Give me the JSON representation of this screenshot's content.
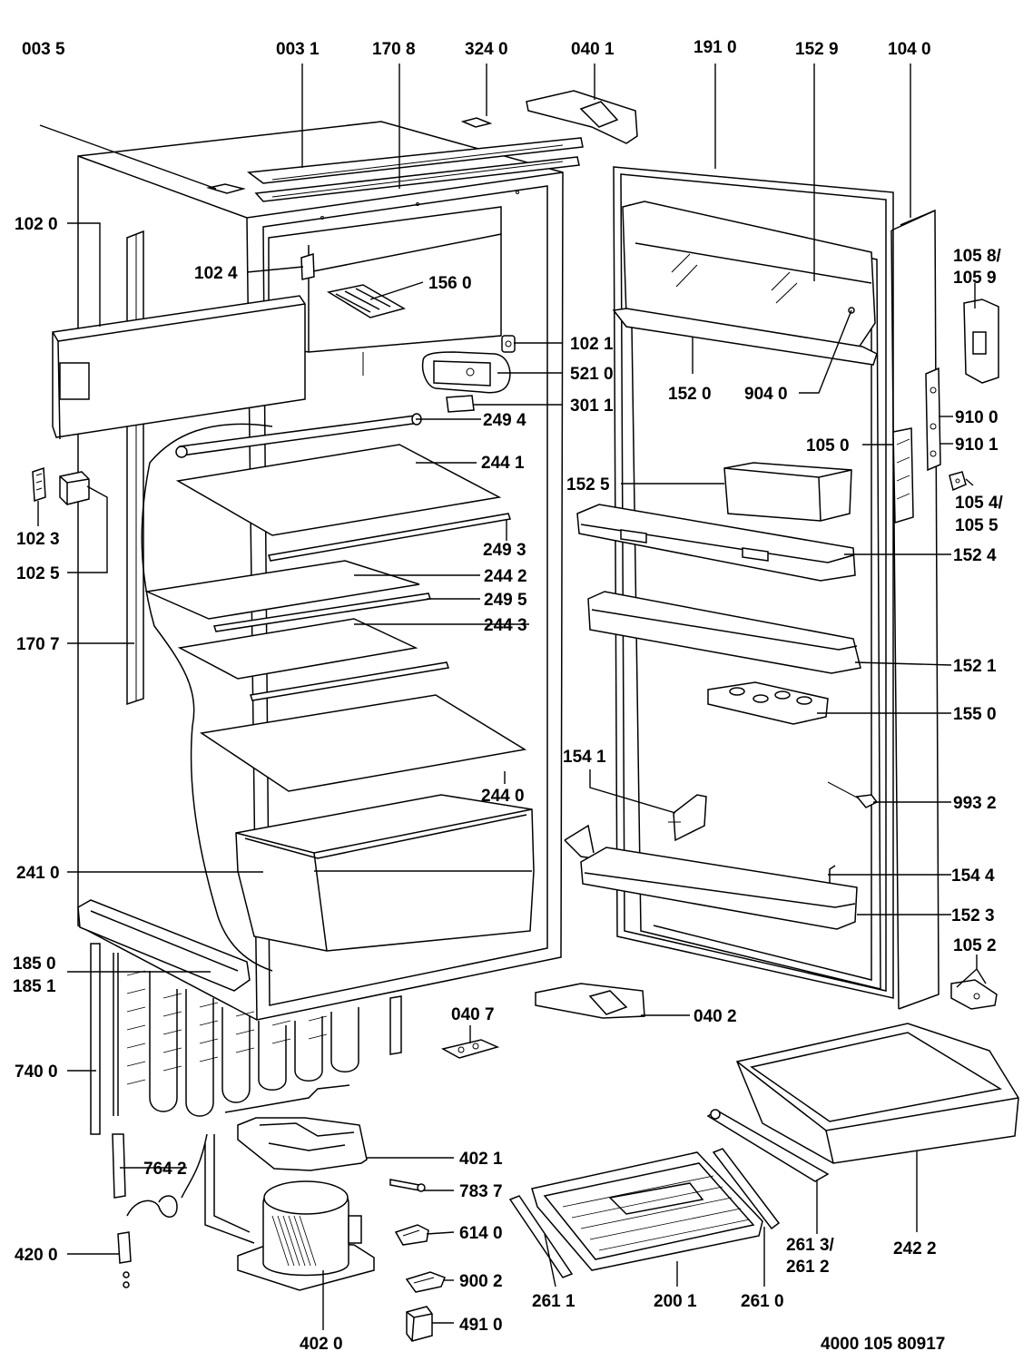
{
  "labels": {
    "p0035": "003 5",
    "p0031": "003 1",
    "p1708": "170 8",
    "p3240": "324 0",
    "p0401": "040 1",
    "p1910": "191 0",
    "p1529": "152 9",
    "p1040": "104 0",
    "p1020": "102 0",
    "p1024": "102 4",
    "p1560": "156 0",
    "p1058": "105 8/",
    "p1059": "105 9",
    "p1021": "102 1",
    "p5210": "521 0",
    "p3011": "301 1",
    "p2494": "249 4",
    "p1520": "152 0",
    "p9040": "904 0",
    "p9100": "910 0",
    "p9101": "910 1",
    "p1050": "105 0",
    "p2441": "244 1",
    "p1525": "152 5",
    "p1054": "105 4/",
    "p1055": "105 5",
    "p1023": "102 3",
    "p2493": "249 3",
    "p1524": "152 4",
    "p1025": "102 5",
    "p2442": "244 2",
    "p2495": "249 5",
    "p2443": "244 3",
    "p1707": "170 7",
    "p1521": "152 1",
    "p1550": "155 0",
    "p1541": "154 1",
    "p2440": "244 0",
    "p9932": "993 2",
    "p2410": "241 0",
    "p1544": "154 4",
    "p1523": "152 3",
    "p1052": "105 2",
    "p1850": "185 0",
    "p1851": "185 1",
    "p0407": "040 7",
    "p0402": "040 2",
    "p7400": "740 0",
    "p4021": "402 1",
    "p7642": "764 2",
    "p7837": "783 7",
    "p6140": "614 0",
    "p4200": "420 0",
    "p9002": "900 2",
    "p2613": "261 3/",
    "p2612": "261 2",
    "p2422": "242 2",
    "p2611": "261 1",
    "p2001": "200 1",
    "p2610": "261 0",
    "p4910": "491 0",
    "p4020": "402 0"
  },
  "drawing_number": "4000 105 80917"
}
